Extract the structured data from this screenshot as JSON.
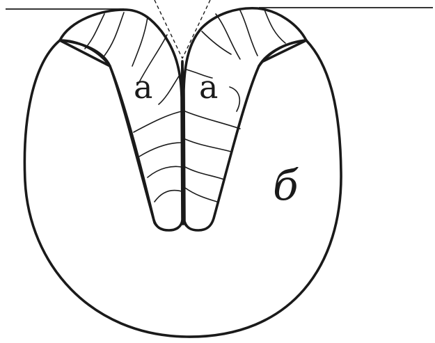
{
  "labels": {
    "left_lobe": "а",
    "right_lobe": "а",
    "body": "б"
  },
  "colors": {
    "stroke": "#1a1a1a",
    "background": "#ffffff"
  }
}
